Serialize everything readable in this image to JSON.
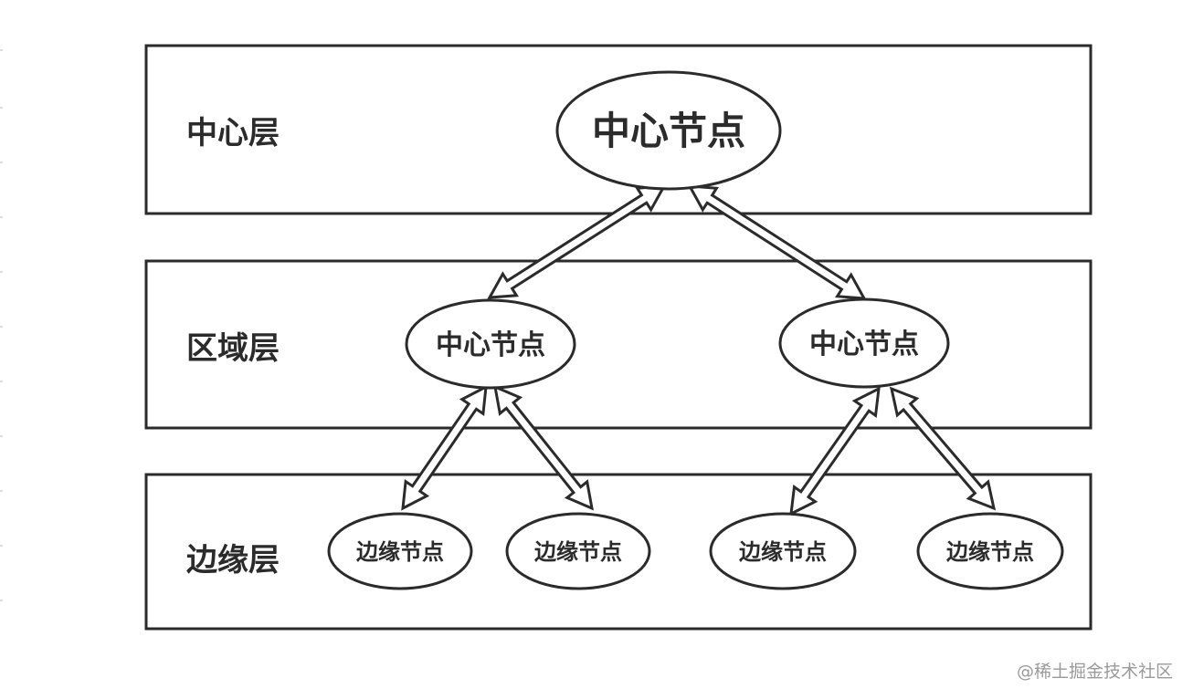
{
  "layers": [
    {
      "id": "center",
      "label": "中心层"
    },
    {
      "id": "region",
      "label": "区域层"
    },
    {
      "id": "edge",
      "label": "边缘层"
    }
  ],
  "nodes": {
    "center": {
      "label": "中心节点"
    },
    "region_left": {
      "label": "中心节点"
    },
    "region_right": {
      "label": "中心节点"
    },
    "edge_1": {
      "label": "边缘节点"
    },
    "edge_2": {
      "label": "边缘节点"
    },
    "edge_3": {
      "label": "边缘节点"
    },
    "edge_4": {
      "label": "边缘节点"
    }
  },
  "connections": [
    {
      "from": "center",
      "to": "region_left",
      "type": "bidirectional"
    },
    {
      "from": "center",
      "to": "region_right",
      "type": "bidirectional"
    },
    {
      "from": "region_left",
      "to": "edge_1",
      "type": "bidirectional"
    },
    {
      "from": "region_left",
      "to": "edge_2",
      "type": "bidirectional"
    },
    {
      "from": "region_right",
      "to": "edge_3",
      "type": "bidirectional"
    },
    {
      "from": "region_right",
      "to": "edge_4",
      "type": "bidirectional"
    }
  ],
  "watermark": "@稀土掘金技术社区"
}
